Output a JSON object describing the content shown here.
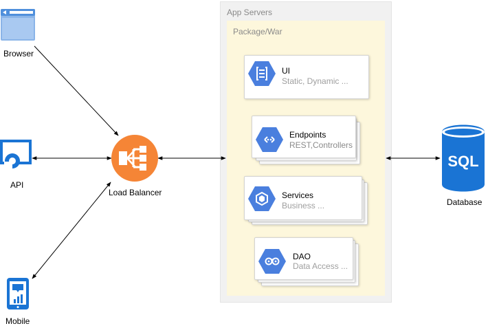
{
  "nodes": {
    "browser": "Browser",
    "api": "API",
    "mobile": "Mobile",
    "load_balancer": "Load Balancer",
    "database": "Database"
  },
  "app_servers": {
    "title": "App Servers",
    "package": {
      "title": "Package/War",
      "components": [
        {
          "name": "UI",
          "detail": "Static, Dynamic ...",
          "icon": "ui-layers-icon"
        },
        {
          "name": "Endpoints",
          "detail": "REST,Controllers",
          "icon": "endpoints-icon"
        },
        {
          "name": "Services",
          "detail": "Business ...",
          "icon": "services-icon"
        },
        {
          "name": "DAO",
          "detail": "Data Access ...",
          "icon": "dao-icon"
        }
      ]
    }
  },
  "db_icon_text": "SQL",
  "colors": {
    "hexagon_blue": "#4a7fde",
    "load_balancer_orange": "#f58536",
    "database_blue": "#1a74d4",
    "app_server_bg": "#f1f1f1",
    "package_bg": "#fdf7dc"
  }
}
